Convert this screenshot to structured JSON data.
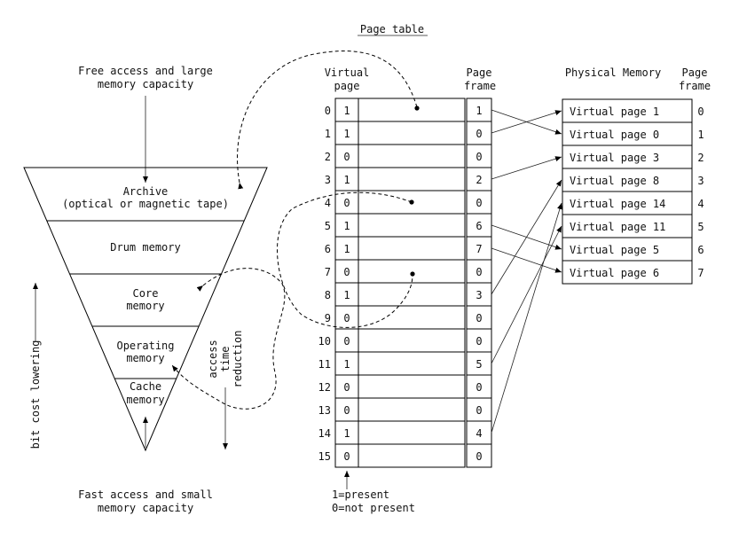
{
  "hierarchy": {
    "top_caption": [
      "Free access and large",
      "memory capacity"
    ],
    "bottom_caption": [
      "Fast access and small",
      "memory capacity"
    ],
    "levels": [
      {
        "lines": [
          "Archive",
          "(optical or magnetic tape)"
        ]
      },
      {
        "lines": [
          "Drum memory"
        ]
      },
      {
        "lines": [
          "Core",
          "memory"
        ]
      },
      {
        "lines": [
          "Operating",
          "memory"
        ]
      },
      {
        "lines": [
          "Cache",
          "memory"
        ]
      }
    ],
    "left_axis_label": "bit cost lowering",
    "right_axis_label": [
      "access",
      "time",
      "reduction"
    ]
  },
  "page_table": {
    "title": "Page table",
    "col_virtual": [
      "Virtual",
      "page"
    ],
    "col_frame": [
      "Page",
      "frame"
    ],
    "rows": [
      {
        "index": "0",
        "present": "1",
        "frame": "1"
      },
      {
        "index": "1",
        "present": "1",
        "frame": "0"
      },
      {
        "index": "2",
        "present": "0",
        "frame": "0"
      },
      {
        "index": "3",
        "present": "1",
        "frame": "2"
      },
      {
        "index": "4",
        "present": "0",
        "frame": "0"
      },
      {
        "index": "5",
        "present": "1",
        "frame": "6"
      },
      {
        "index": "6",
        "present": "1",
        "frame": "7"
      },
      {
        "index": "7",
        "present": "0",
        "frame": "0"
      },
      {
        "index": "8",
        "present": "1",
        "frame": "3"
      },
      {
        "index": "9",
        "present": "0",
        "frame": "0"
      },
      {
        "index": "10",
        "present": "0",
        "frame": "0"
      },
      {
        "index": "11",
        "present": "1",
        "frame": "5"
      },
      {
        "index": "12",
        "present": "0",
        "frame": "0"
      },
      {
        "index": "13",
        "present": "0",
        "frame": "0"
      },
      {
        "index": "14",
        "present": "1",
        "frame": "4"
      },
      {
        "index": "15",
        "present": "0",
        "frame": "0"
      }
    ],
    "legend": [
      "1=present",
      "0=not present"
    ]
  },
  "physical_memory": {
    "title": "Physical Memory",
    "col_frame": [
      "Page",
      "frame"
    ],
    "frames": [
      {
        "label": "Virtual page 1",
        "number": "0"
      },
      {
        "label": "Virtual page 0",
        "number": "1"
      },
      {
        "label": "Virtual page 3",
        "number": "2"
      },
      {
        "label": "Virtual page 8",
        "number": "3"
      },
      {
        "label": "Virtual page 14",
        "number": "4"
      },
      {
        "label": "Virtual page 11",
        "number": "5"
      },
      {
        "label": "Virtual page 5",
        "number": "6"
      },
      {
        "label": "Virtual page 6",
        "number": "7"
      }
    ]
  }
}
